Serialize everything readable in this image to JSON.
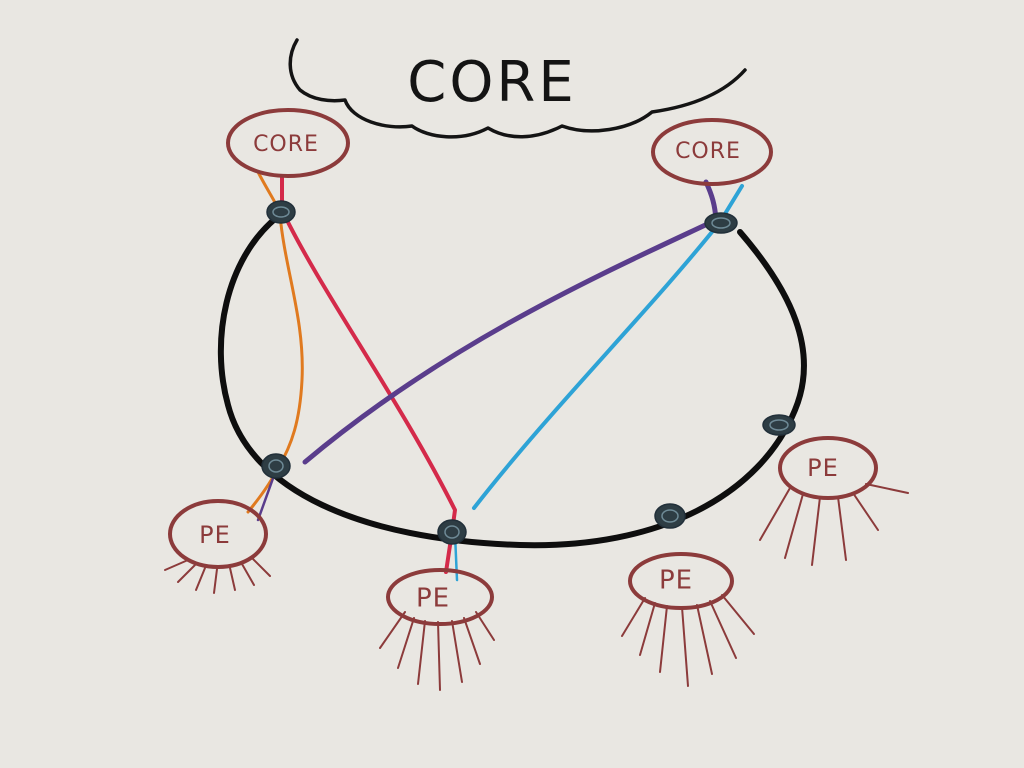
{
  "cloud": {
    "label": "CORE"
  },
  "nodes": {
    "core_left": "CORE",
    "core_right": "CORE",
    "pe_left": "PE",
    "pe_bottom": "PE",
    "pe_bottom_right": "PE",
    "pe_right": "PE"
  },
  "colors": {
    "background": "#e9e7e2",
    "ring": "#0e0e0e",
    "node_outline": "#8c3b3b",
    "connector": "#2e3d44",
    "link_orange": "#e07a1f",
    "link_red": "#d42a4a",
    "link_purple": "#5a3d8c",
    "link_blue": "#2ea3d6"
  }
}
